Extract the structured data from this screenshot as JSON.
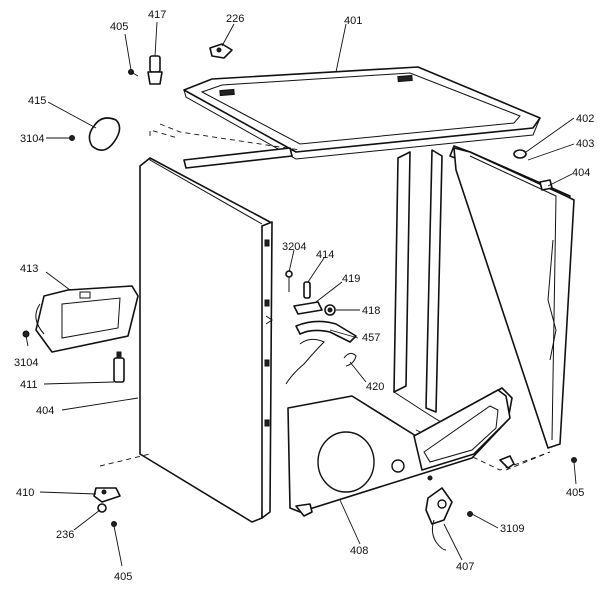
{
  "parts": [
    {
      "id": "p405a",
      "label": "405"
    },
    {
      "id": "p417",
      "label": "417"
    },
    {
      "id": "p226",
      "label": "226"
    },
    {
      "id": "p401",
      "label": "401"
    },
    {
      "id": "p415",
      "label": "415"
    },
    {
      "id": "p3104a",
      "label": "3104"
    },
    {
      "id": "p402",
      "label": "402"
    },
    {
      "id": "p403",
      "label": "403"
    },
    {
      "id": "p404a",
      "label": "404"
    },
    {
      "id": "p3204",
      "label": "3204"
    },
    {
      "id": "p414",
      "label": "414"
    },
    {
      "id": "p413",
      "label": "413"
    },
    {
      "id": "p419",
      "label": "419"
    },
    {
      "id": "p418",
      "label": "418"
    },
    {
      "id": "p457",
      "label": "457"
    },
    {
      "id": "p3104b",
      "label": "3104"
    },
    {
      "id": "p411",
      "label": "411"
    },
    {
      "id": "p420",
      "label": "420"
    },
    {
      "id": "p404b",
      "label": "404"
    },
    {
      "id": "p410",
      "label": "410"
    },
    {
      "id": "p405b",
      "label": "405"
    },
    {
      "id": "p236",
      "label": "236"
    },
    {
      "id": "p3109",
      "label": "3109"
    },
    {
      "id": "p408",
      "label": "408"
    },
    {
      "id": "p407",
      "label": "407"
    },
    {
      "id": "p405c",
      "label": "405"
    }
  ],
  "colors": {
    "line": "#111111",
    "background": "#ffffff"
  }
}
